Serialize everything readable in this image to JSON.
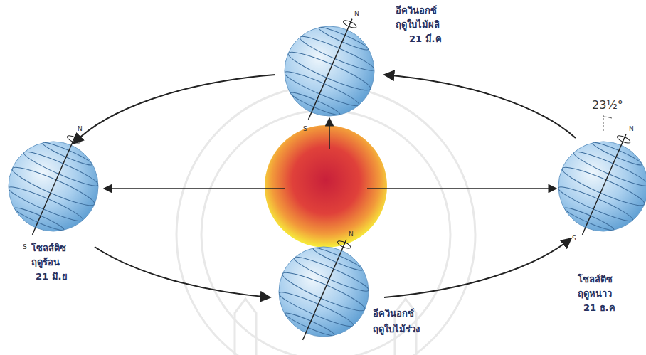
{
  "diagram": {
    "labels": [
      "อีควินอกซ์",
      "ฤดูใบไม้ผลิ",
      "21 มี.ค",
      "โซลส์ติซ",
      "ฤดูร้อน",
      "21 มิ.ย",
      "23½°",
      "โซลส์ติซ",
      "ฤดูหนาว",
      "21 ธ.ค",
      "อีควินอกซ์",
      "ฤดูใบไม้ร่วง",
      "N",
      "N",
      "N",
      "N",
      "S",
      "S",
      "S"
    ]
  }
}
